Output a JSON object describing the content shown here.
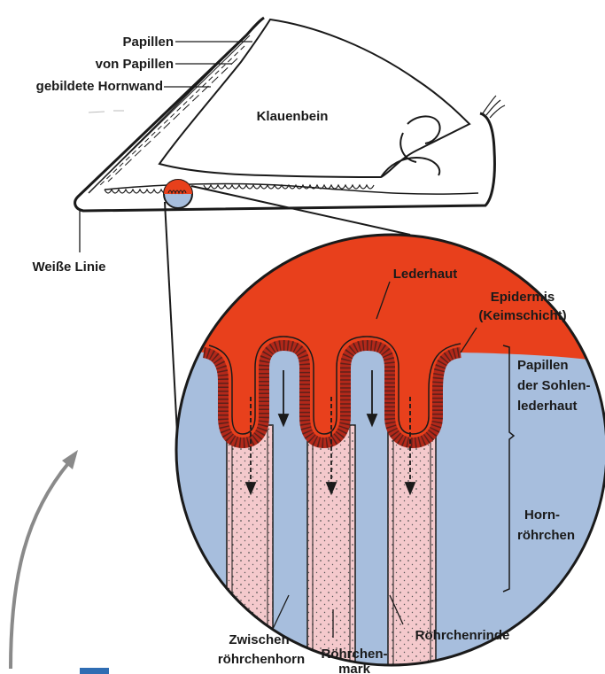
{
  "labels": {
    "papillen": "Papillen",
    "von_papillen": "von Papillen",
    "hornwand": "gebildete Hornwand",
    "klauenbein": "Klauenbein",
    "weisse_linie": "Weiße Linie",
    "lederhaut": "Lederhaut",
    "epidermis": "Epidermis",
    "keimschicht": "(Keimschicht)",
    "papillen_sohle_1": "Papillen",
    "papillen_sohle_2": "der Sohlen-",
    "papillen_sohle_3": "lederhaut",
    "horn_1": "Horn-",
    "horn_2": "röhrchen",
    "zwischen_1": "Zwischen-",
    "zwischen_2": "röhrchenhorn",
    "mark_1": "Röhrchen-",
    "mark_2": "mark",
    "rinde": "Röhrchenrinde"
  },
  "colors": {
    "dermis": "#e8401c",
    "epidermis": "#c8301a",
    "horn_blue": "#a7bedd",
    "tubule_pink": "#f4c9cc",
    "outline": "#1a1a1a",
    "arrow_grey": "#8a8a8a",
    "accent_blue": "#2f6db3"
  }
}
